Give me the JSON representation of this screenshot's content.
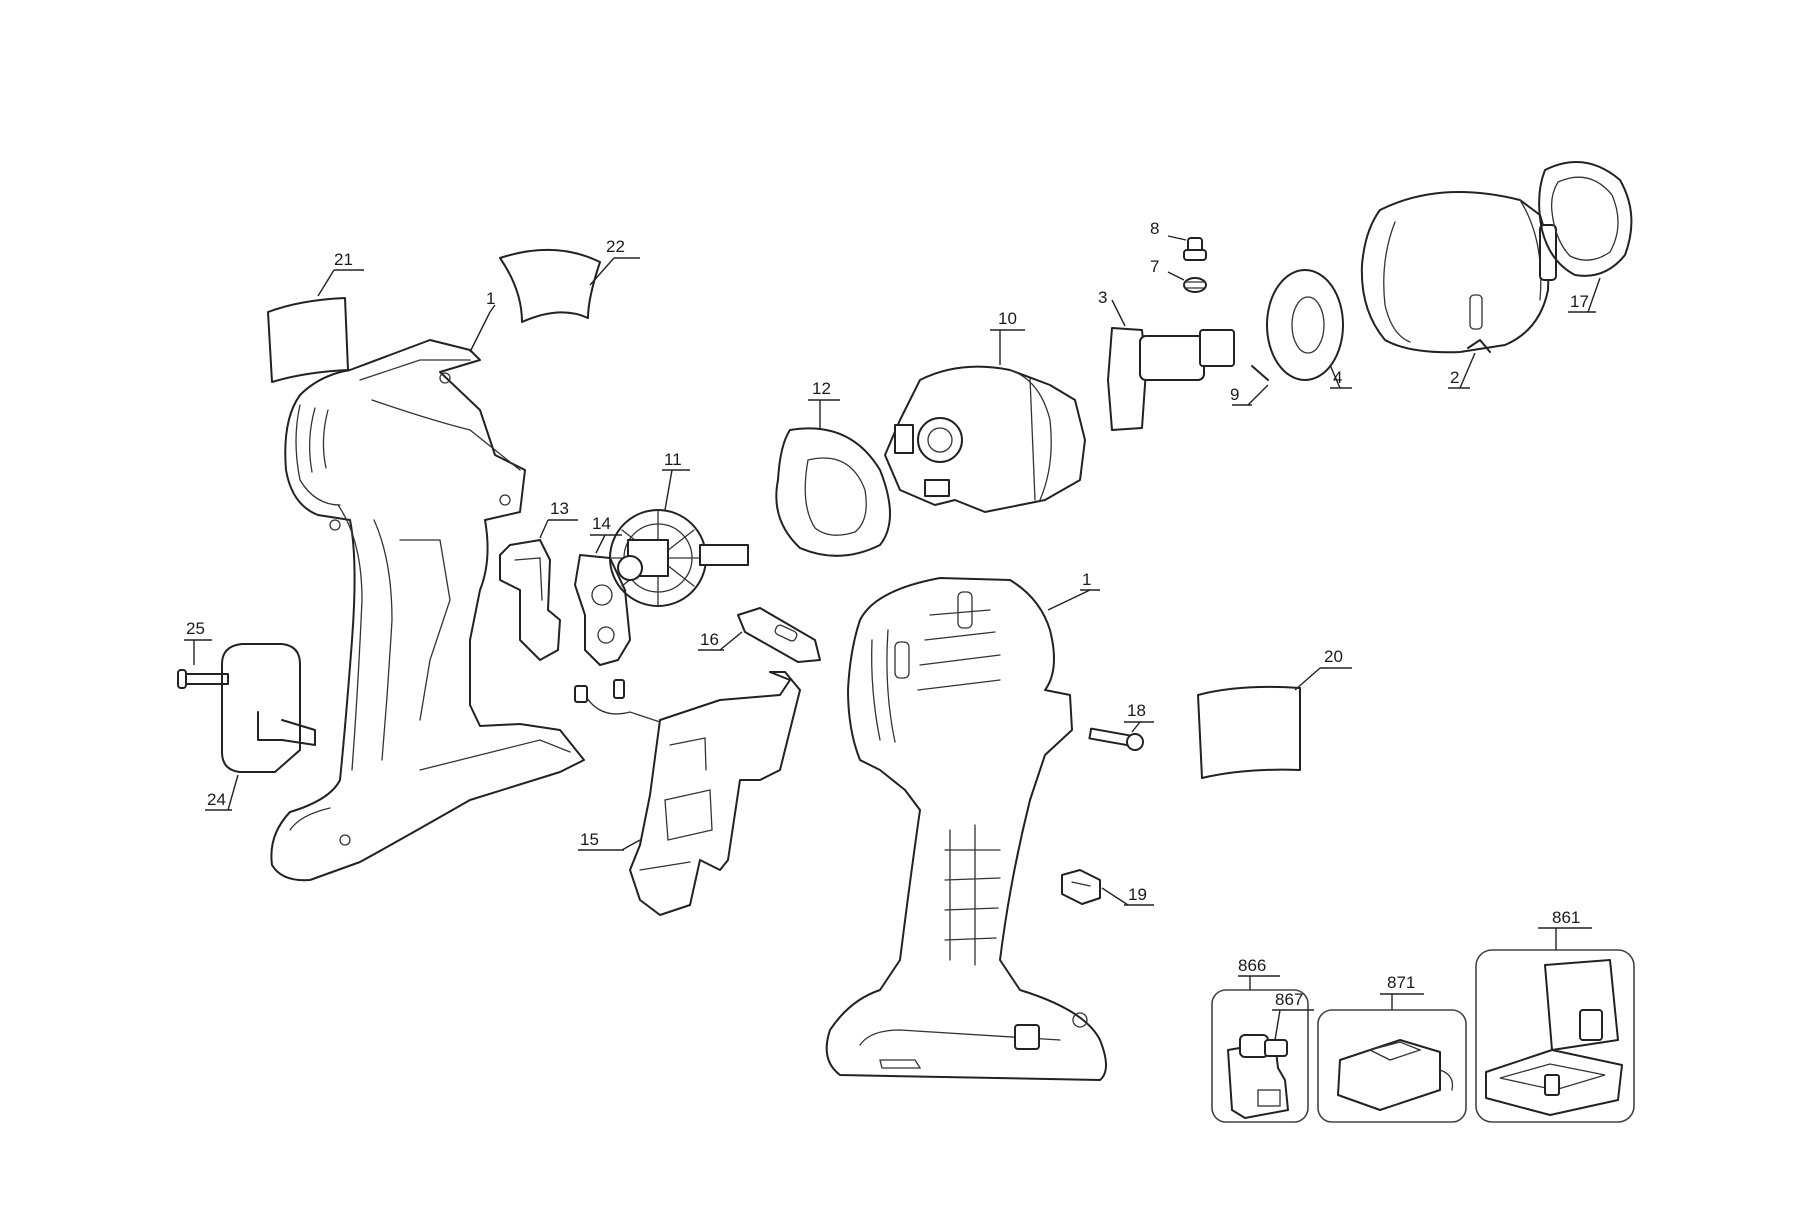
{
  "labels": {
    "p1": "1",
    "p1b": "1",
    "p2": "2",
    "p3": "3",
    "p4": "4",
    "p7": "7",
    "p8": "8",
    "p9": "9",
    "p10": "10",
    "p11": "11",
    "p12": "12",
    "p13": "13",
    "p14": "14",
    "p15": "15",
    "p16": "16",
    "p17": "17",
    "p18": "18",
    "p19": "19",
    "p20": "20",
    "p21": "21",
    "p22": "22",
    "p24": "24",
    "p25": "25",
    "p861": "861",
    "p866": "866",
    "p867": "867",
    "p871": "871"
  }
}
